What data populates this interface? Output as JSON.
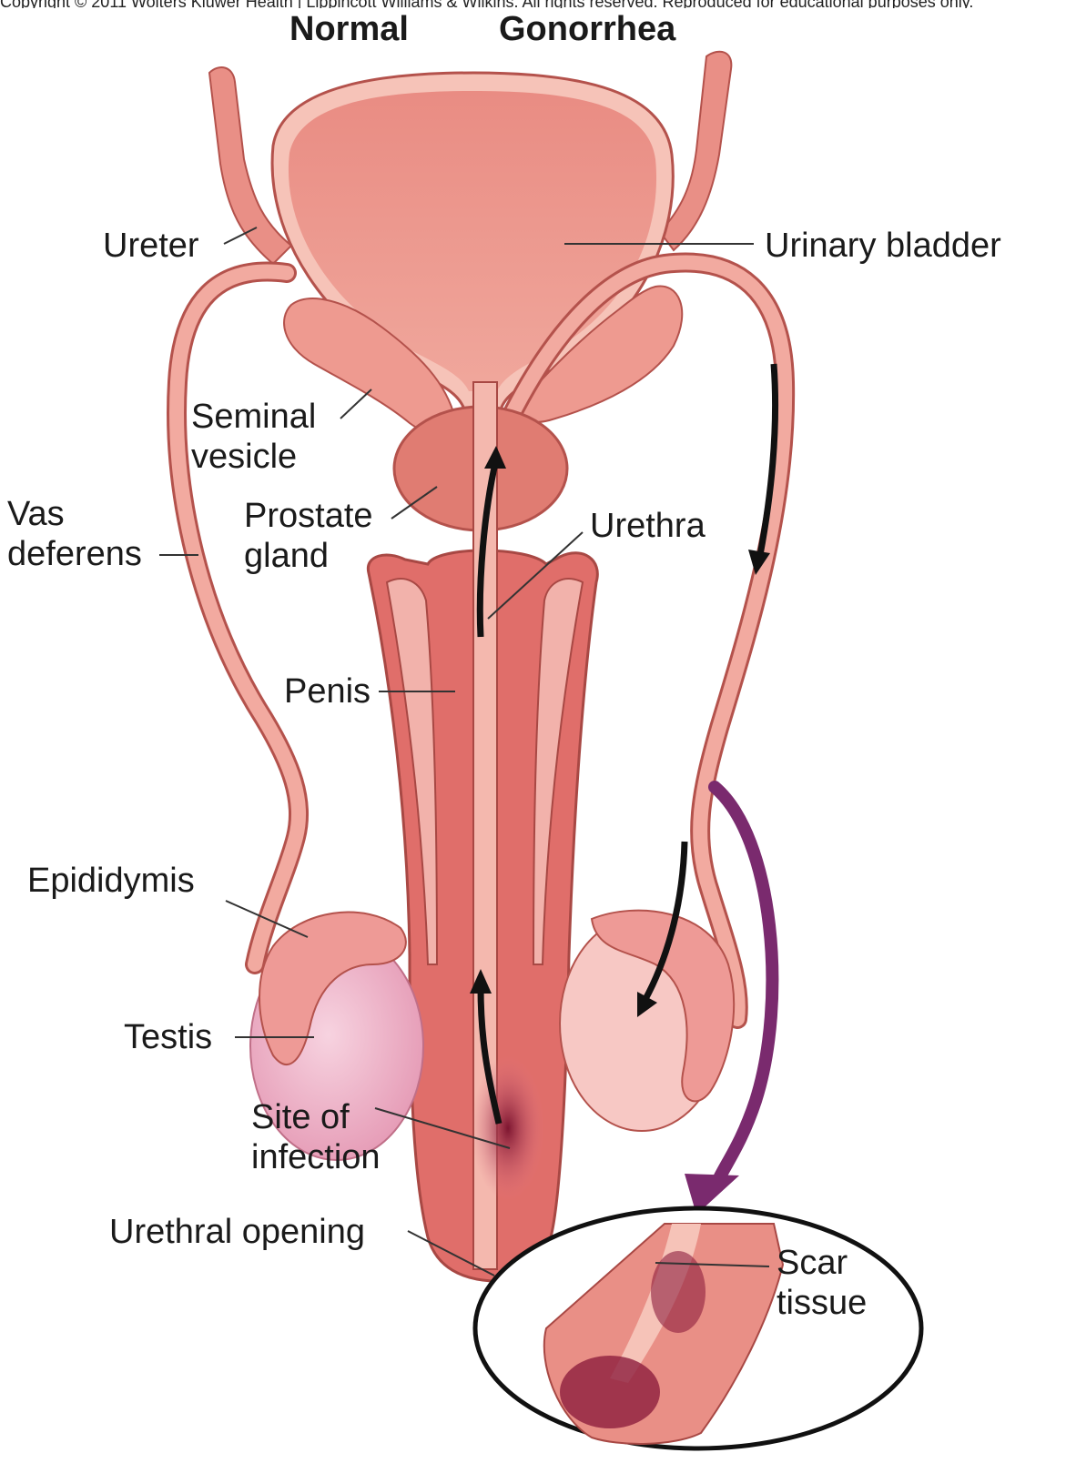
{
  "copyright": "Copyright © 2011 Wolters Kluwer Health | Lippincott Williams & Wilkins. All rights reserved. Reproduced for educational purposes only.",
  "headers": {
    "normal": "Normal",
    "gonorrhea": "Gonorrhea"
  },
  "labels": {
    "ureter": "Ureter",
    "urinary_bladder": "Urinary bladder",
    "seminal_vesicle": "Seminal\nvesicle",
    "vas_deferens": "Vas\ndeferens",
    "prostate_gland": "Prostate\ngland",
    "urethra": "Urethra",
    "penis": "Penis",
    "epididymis": "Epididymis",
    "testis": "Testis",
    "site_of_infection": "Site of\ninfection",
    "urethral_opening": "Urethral opening",
    "scar_tissue": "Scar\ntissue"
  },
  "colors": {
    "tissue": "#e98f86",
    "tissue_light": "#f3b4aa",
    "tissue_dark": "#c25a55",
    "testis": "#efb5c9",
    "infection": "#a8244a",
    "arrow_purple": "#7a2a6e",
    "leader": "#333333"
  }
}
